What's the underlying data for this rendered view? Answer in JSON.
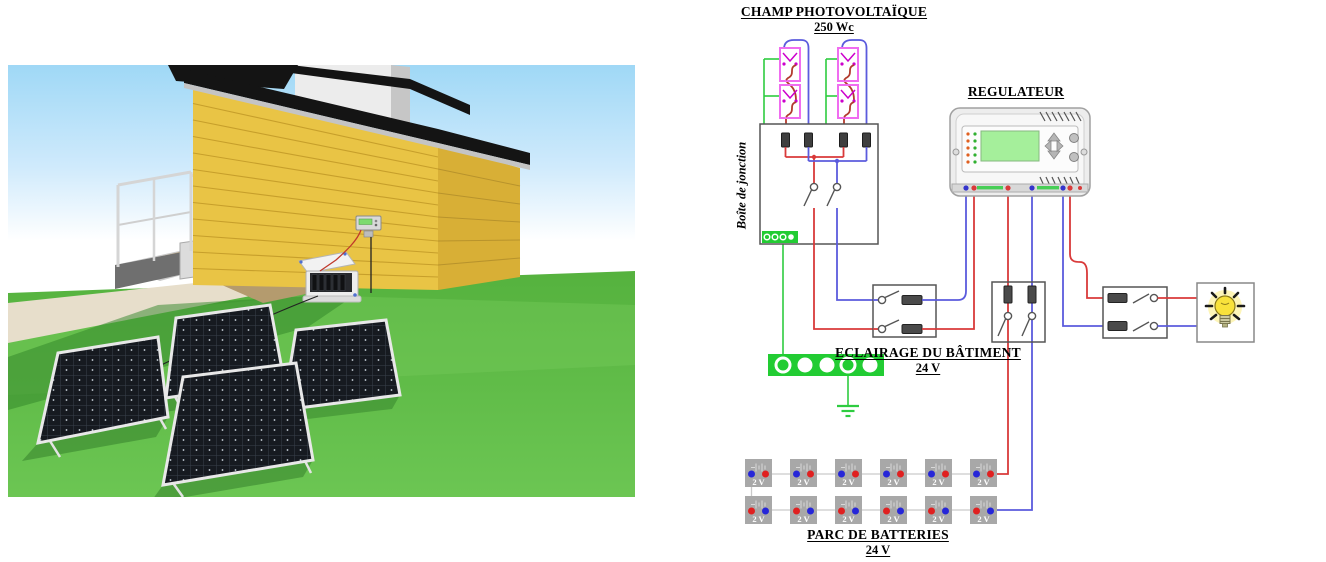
{
  "figure": {
    "left_panel": "3d-render-of-off-grid-pv-installation",
    "right_panel": "wiring-schematic"
  },
  "diagram": {
    "pv_array": {
      "title": "CHAMP PHOTOVOLTAÏQUE",
      "power": "250 Wc",
      "module_count": 4,
      "string_count": 2
    },
    "junction_box": {
      "label": "Boîte de jonction",
      "fuse_count": 4,
      "switch_count": 2
    },
    "regulator": {
      "label": "REGULATEUR"
    },
    "lighting": {
      "label": "ECLAIRAGE DU BÂTIMENT",
      "voltage": "24 V"
    },
    "battery_bank": {
      "label": "PARC DE BATTERIES",
      "voltage": "24 V",
      "unit_label": "2 V",
      "rows": 2,
      "batteries_per_row": 6
    },
    "colors": {
      "wire_positive": "#d93a3a",
      "wire_negative": "#5b5bdd",
      "wire_earth": "#2ecc40",
      "pv_symbol": "#ee55ee",
      "earth_bar": "#22cc33",
      "battery_body": "#a8a8a8"
    }
  },
  "scene": {
    "colors": {
      "sky": "#a5dcf7",
      "grass": "#5cb847",
      "house_wall": "#e9c445",
      "roof": "#141414",
      "panel_cells": "#161a20",
      "path": "#e7decb"
    },
    "solar_panel_count": 4
  }
}
